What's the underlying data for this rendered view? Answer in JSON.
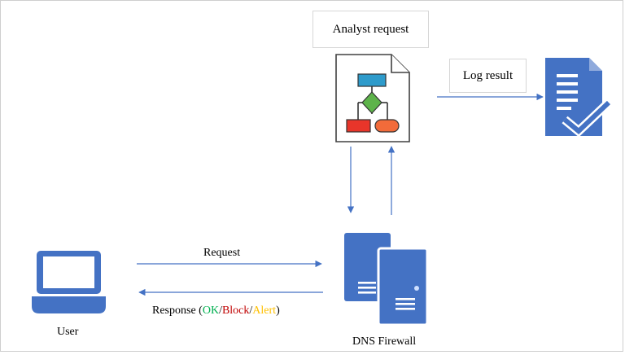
{
  "labels": {
    "analyst_request": "Analyst request",
    "log_result": "Log result",
    "request": "Request",
    "response_prefix": "Response (",
    "response_ok": "OK",
    "response_sep1": "/",
    "response_block": "Block",
    "response_sep2": "/",
    "response_alert": "Alert",
    "response_suffix": ")",
    "user": "User",
    "dns_firewall": "DNS Firewall"
  },
  "colors": {
    "arrow": "#4472c4",
    "icon_blue": "#4472c4",
    "ok": "#00b050",
    "block": "#c00000",
    "alert": "#ffc000",
    "flow_box": "#2e9bcb",
    "flow_diamond": "#5db34a",
    "flow_red": "#e8352a",
    "flow_orange": "#f26b3a"
  },
  "icons": [
    "flowchart-document-icon",
    "checked-document-icon",
    "laptop-icon",
    "server-icon"
  ]
}
